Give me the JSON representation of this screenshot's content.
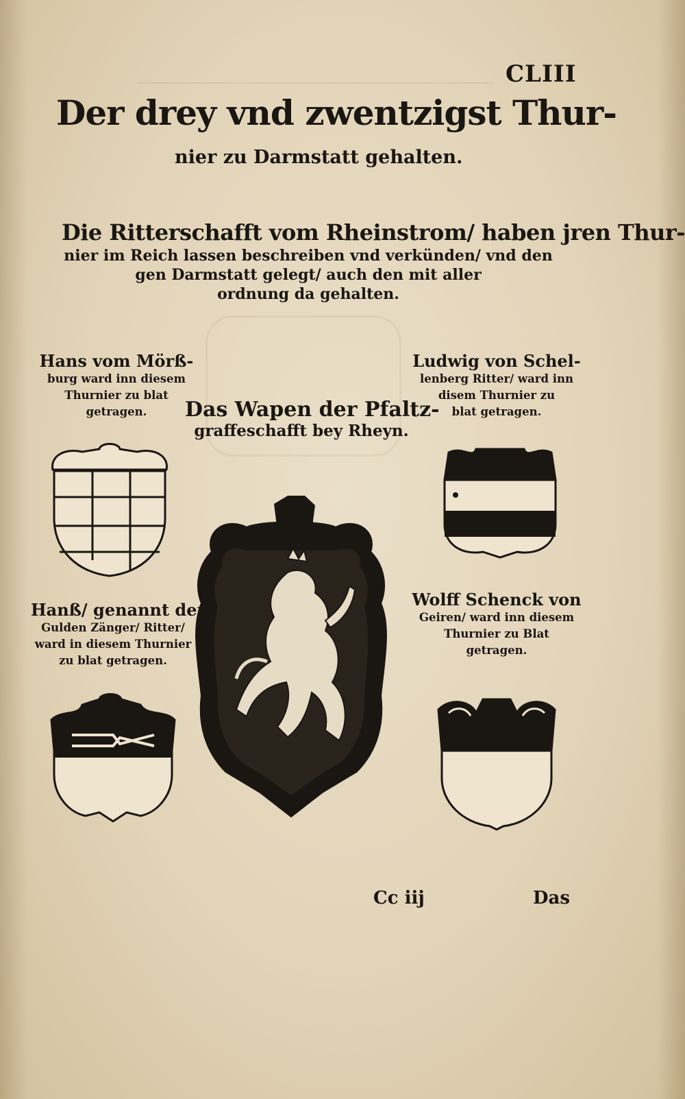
{
  "folio": "CLIII",
  "title": {
    "line1": "Der drey vnd zwentzigst Thur-",
    "line2": "nier zu Darmstatt gehalten."
  },
  "intro": {
    "line1": "Die Ritterschafft vom Rheinstrom/ haben jren Thur-",
    "line2": "nier im Reich lassen beschreiben vnd verkünden/ vnd den",
    "line3": "gen Darmstatt gelegt/ auch den mit aller",
    "line4": "ordnung da gehalten."
  },
  "captions": {
    "top_left": {
      "line1": "Hans vom Mörß-",
      "line2": "burg ward inn diesem",
      "line3": "Thurnier zu blat",
      "line4": "getragen."
    },
    "center": {
      "line1": "Das Wapen der Pfaltz-",
      "line2": "graffeschafft bey Rheyn."
    },
    "top_right": {
      "line1": "Ludwig von Schel-",
      "line2": "lenberg Ritter/ ward inn",
      "line3": "disem Thurnier zu",
      "line4": "blat getragen."
    },
    "bottom_left": {
      "line1": "Hanß/ genannt der",
      "line2": "Gulden Zänger/ Ritter/",
      "line3": "ward in diesem Thurnier",
      "line4": "zu blat getragen."
    },
    "bottom_right": {
      "line1": "Wolff Schenck von",
      "line2": "Geiren/ ward inn diesem",
      "line3": "Thurnier zu Blat",
      "line4": "getragen."
    }
  },
  "footer": {
    "signature": "Cc iij",
    "catchword": "Das"
  },
  "colors": {
    "paper": "#e9dcc4",
    "ink": "#1a1612"
  }
}
